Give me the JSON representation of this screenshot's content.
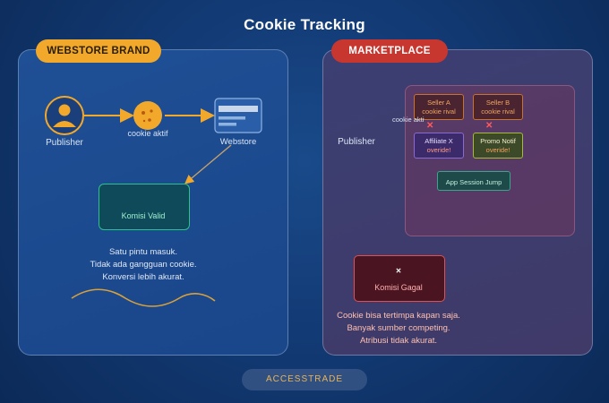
{
  "title": "Cookie Tracking",
  "left_panel": {
    "badge": "WEBSTORE BRAND",
    "publisher_label": "Publisher",
    "cookie_label": "cookie aktif",
    "webstore_label": "Webstore",
    "komisi_label": "Komisi Valid",
    "description": [
      "Satu pintu masuk.",
      "Tidak ada gangguan cookie.",
      "Konversi lebih akurat."
    ]
  },
  "right_panel": {
    "badge": "MARKETPLACE",
    "publisher_label": "Publisher",
    "cookie_label": "cookie aktif",
    "sellers": [
      {
        "name": "Seller A",
        "sub": "cookie rival"
      },
      {
        "name": "Seller B",
        "sub": "cookie rival"
      }
    ],
    "affiliate": {
      "name": "Affiliate X",
      "sub": "overide!"
    },
    "promo": {
      "name": "Promo Notif",
      "sub": "overide!"
    },
    "app_session": "App Session Jump",
    "komisi_label": "Komisi Gagal",
    "description": [
      "Cookie bisa tertimpa kapan saja.",
      "Banyak sumber competing.",
      "Atribusi tidak akurat."
    ]
  },
  "footer": "ACCESSTRADE",
  "colors": {
    "accent_gold": "#f2a92b",
    "accent_red": "#c8372f",
    "valid_green": "#2ec28a",
    "fail_red": "#e05050"
  }
}
